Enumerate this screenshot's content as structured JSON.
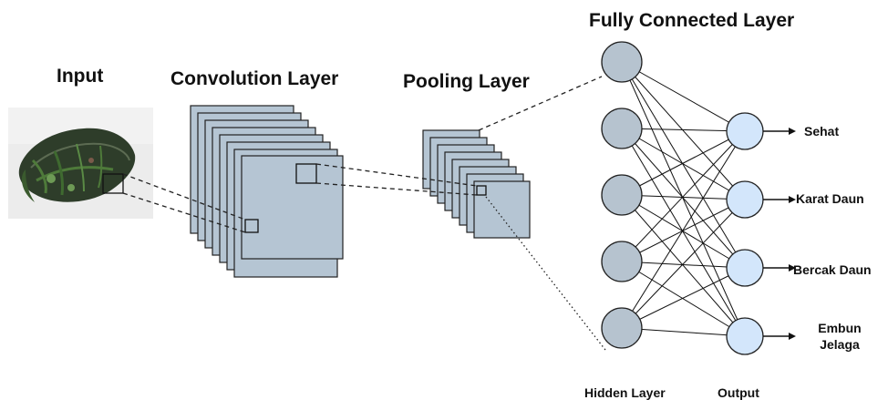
{
  "titles": {
    "input": "Input",
    "convolution": "Convolution Layer",
    "pooling": "Pooling Layer",
    "fully_connected": "Fully Connected Layer"
  },
  "bottom_labels": {
    "hidden": "Hidden Layer",
    "output": "Output"
  },
  "network": {
    "hidden_node_count": 5,
    "output_node_count": 4
  },
  "classes": [
    "Sehat",
    "Karat Daun",
    "Bercak Daun",
    "Embun Jelaga"
  ],
  "colors": {
    "feature_map_fill": "#b5c5d3",
    "hidden_node_fill": "#b6c3cf",
    "output_node_fill": "#d3e6fb",
    "stroke": "#222222",
    "leaf_dark": "#2e3d2a",
    "leaf_green": "#4e7a3a",
    "photo_bg": "#ececec"
  }
}
